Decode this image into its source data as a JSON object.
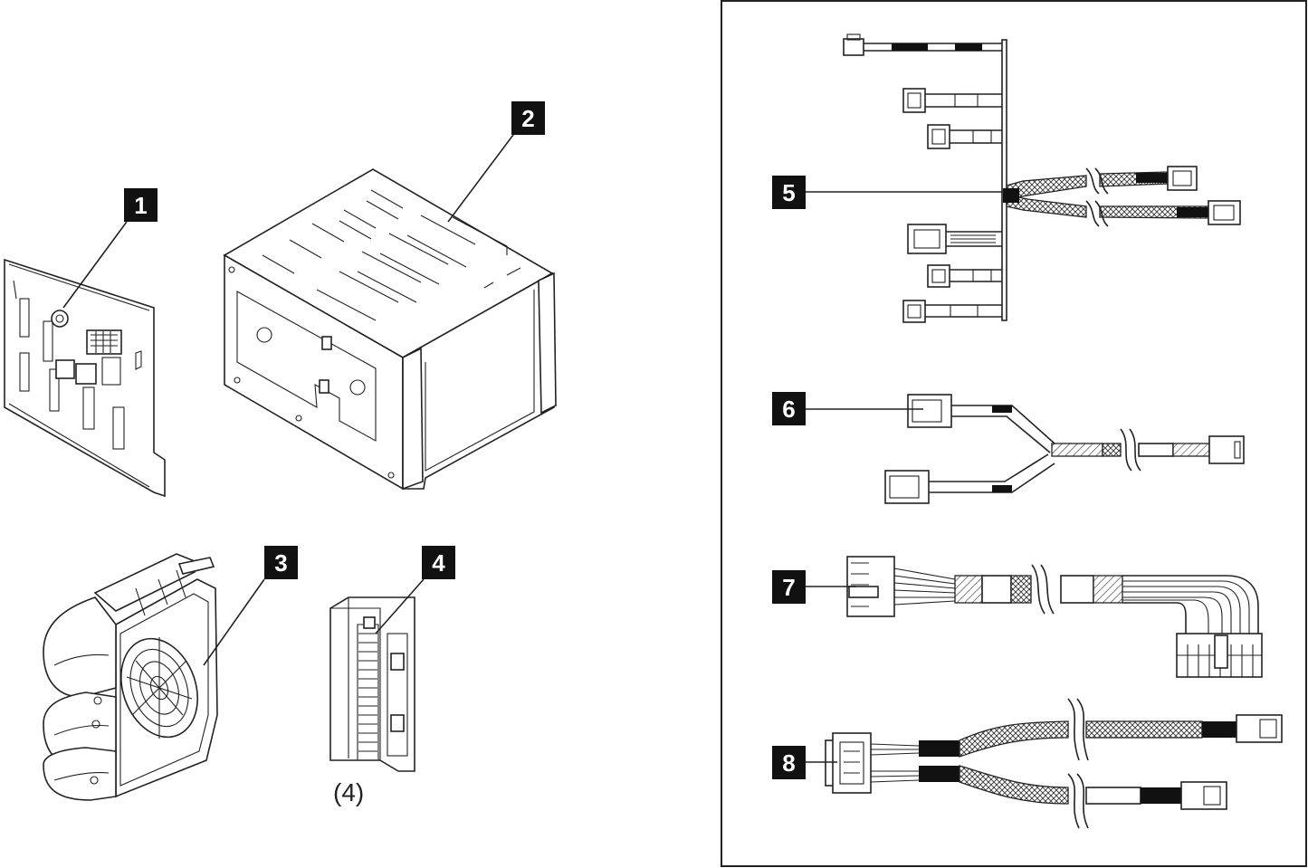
{
  "callouts": [
    {
      "id": "1",
      "label": "1"
    },
    {
      "id": "2",
      "label": "2"
    },
    {
      "id": "3",
      "label": "3"
    },
    {
      "id": "4",
      "label": "4"
    },
    {
      "id": "5",
      "label": "5"
    },
    {
      "id": "6",
      "label": "6"
    },
    {
      "id": "7",
      "label": "7"
    },
    {
      "id": "8",
      "label": "8"
    }
  ],
  "quantity_note": "(4)",
  "colors": {
    "line": "#222222",
    "callout_bg": "#111111",
    "callout_text": "#ffffff",
    "background": "#ffffff"
  }
}
